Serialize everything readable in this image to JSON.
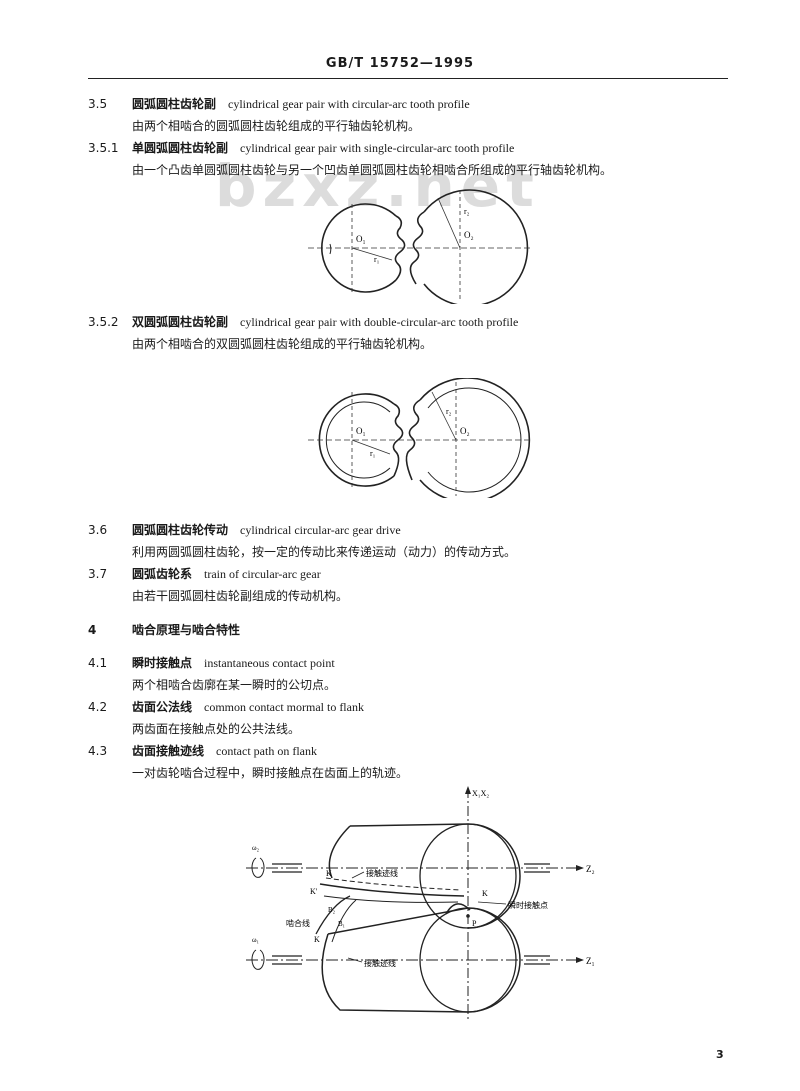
{
  "header": "GB/T 15752—1995",
  "watermark": "bzxz.net",
  "entries": [
    {
      "num": "3.5",
      "cn": "圆弧圆柱齿轮副",
      "en": "cylindrical gear pair with circular-arc tooth profile",
      "def": "由两个相啮合的圆弧圆柱齿轮组成的平行轴齿轮机构。"
    },
    {
      "num": "3.5.1",
      "cn": "单圆弧圆柱齿轮副",
      "en": "cylindrical gear pair with single-circular-arc tooth profile",
      "def": "由一个凸齿单圆弧圆柱齿轮与另一个凹齿单圆弧圆柱齿轮相啮合所组成的平行轴齿轮机构。"
    },
    {
      "num": "3.5.2",
      "cn": "双圆弧圆柱齿轮副",
      "en": "cylindrical gear pair with double-circular-arc tooth profile",
      "def": "由两个相啮合的双圆弧圆柱齿轮组成的平行轴齿轮机构。"
    },
    {
      "num": "3.6",
      "cn": "圆弧圆柱齿轮传动",
      "en": "cylindrical circular-arc gear drive",
      "def": "利用两圆弧圆柱齿轮，按一定的传动比来传递运动（动力）的传动方式。"
    },
    {
      "num": "3.7",
      "cn": "圆弧齿轮系",
      "en": "train of circular-arc gear",
      "def": "由若干圆弧圆柱齿轮副组成的传动机构。"
    },
    {
      "num": "4.1",
      "cn": "瞬时接触点",
      "en": "instantaneous contact point",
      "def": "两个相啮合齿廓在某一瞬时的公切点。"
    },
    {
      "num": "4.2",
      "cn": "齿面公法线",
      "en": "common contact mormal to flank",
      "def": "两齿面在接触点处的公共法线。"
    },
    {
      "num": "4.3",
      "cn": "齿面接触迹线",
      "en": "contact path on flank",
      "def": "一对齿轮啮合过程中，瞬时接触点在齿面上的轨迹。"
    }
  ],
  "section4": {
    "num": "4",
    "title": "啮合原理与啮合特性"
  },
  "fig1": {
    "r1": "r₁",
    "r2": "r₂",
    "o1": "O₁",
    "o2": "O₂"
  },
  "fig2": {
    "r1": "r₁",
    "r2": "r₂",
    "o1": "O₁",
    "o2": "O₂"
  },
  "fig3": {
    "axis_label": "X₁X₂",
    "omega2": "ω₂",
    "omega1": "ω₁",
    "z2": "Z₂",
    "z1": "Z₁",
    "contact_path_top": "接触迹线",
    "contact_path_bottom": "接触迹线",
    "mesh_line": "啮合线",
    "instant_point": "瞬时接触点",
    "k_top": "K",
    "k_prime": "K'",
    "k_right": "K",
    "k_bottom": "K",
    "b2": "B₂",
    "b1": "B₁",
    "p": "P"
  },
  "page_number": "3"
}
